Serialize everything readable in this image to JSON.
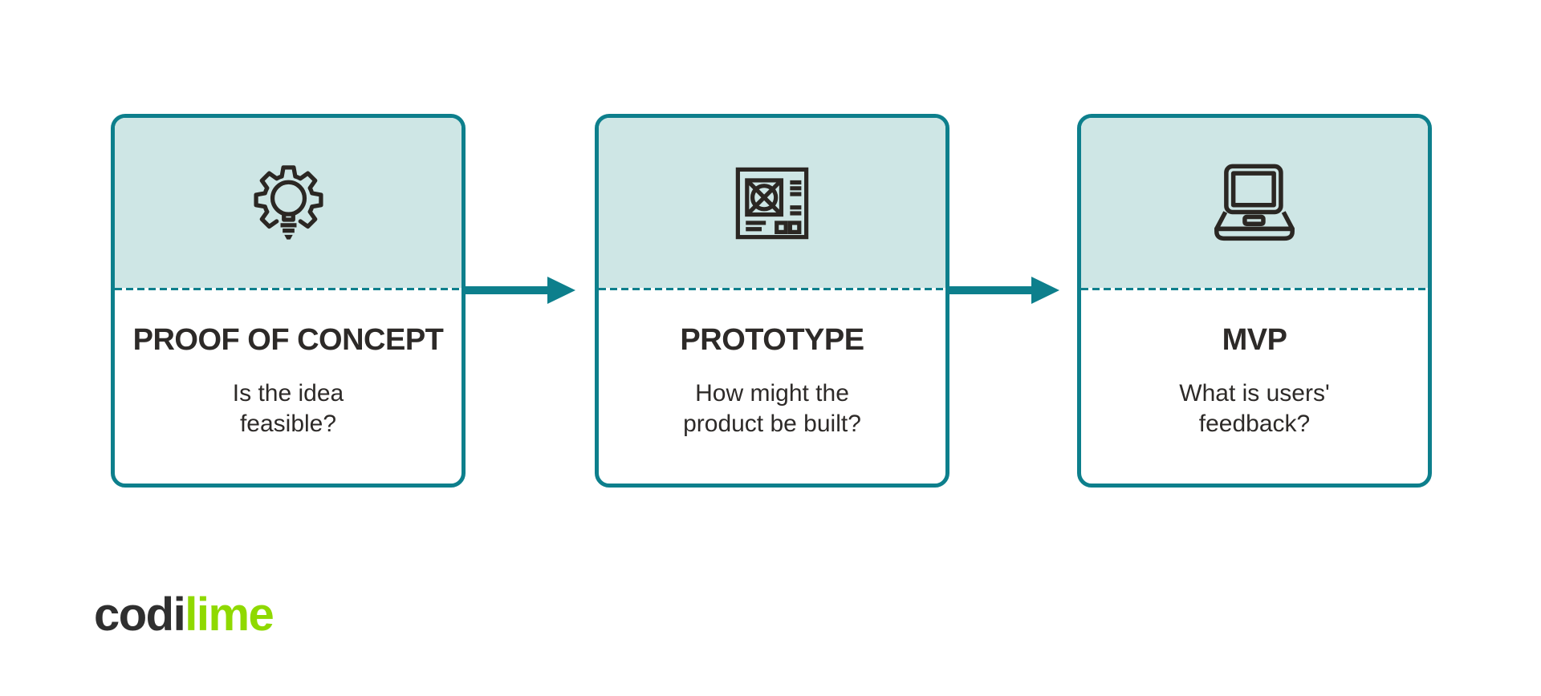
{
  "diagram": {
    "cards": [
      {
        "id": "proof-of-concept",
        "icon": "gear-lightbulb-icon",
        "title": "PROOF OF CONCEPT",
        "description_line1": "Is the idea",
        "description_line2": "feasible?"
      },
      {
        "id": "prototype",
        "icon": "blueprint-wireframe-icon",
        "title": "PROTOTYPE",
        "description_line1": "How might the",
        "description_line2": "product be built?"
      },
      {
        "id": "mvp",
        "icon": "laptop-icon",
        "title": "MVP",
        "description_line1": "What is users'",
        "description_line2": "feedback?"
      }
    ],
    "flow": [
      "proof-of-concept",
      "prototype",
      "mvp"
    ],
    "arrow_count": 2
  },
  "branding": {
    "logo_part1": "codi",
    "logo_part2": "lime"
  },
  "colors": {
    "teal": "#0d7f8c",
    "header_fill": "#cee6e5",
    "dark_text": "#2d2a28",
    "icon_stroke": "#2b2723",
    "lime": "#8fd900",
    "background": "#ffffff"
  }
}
